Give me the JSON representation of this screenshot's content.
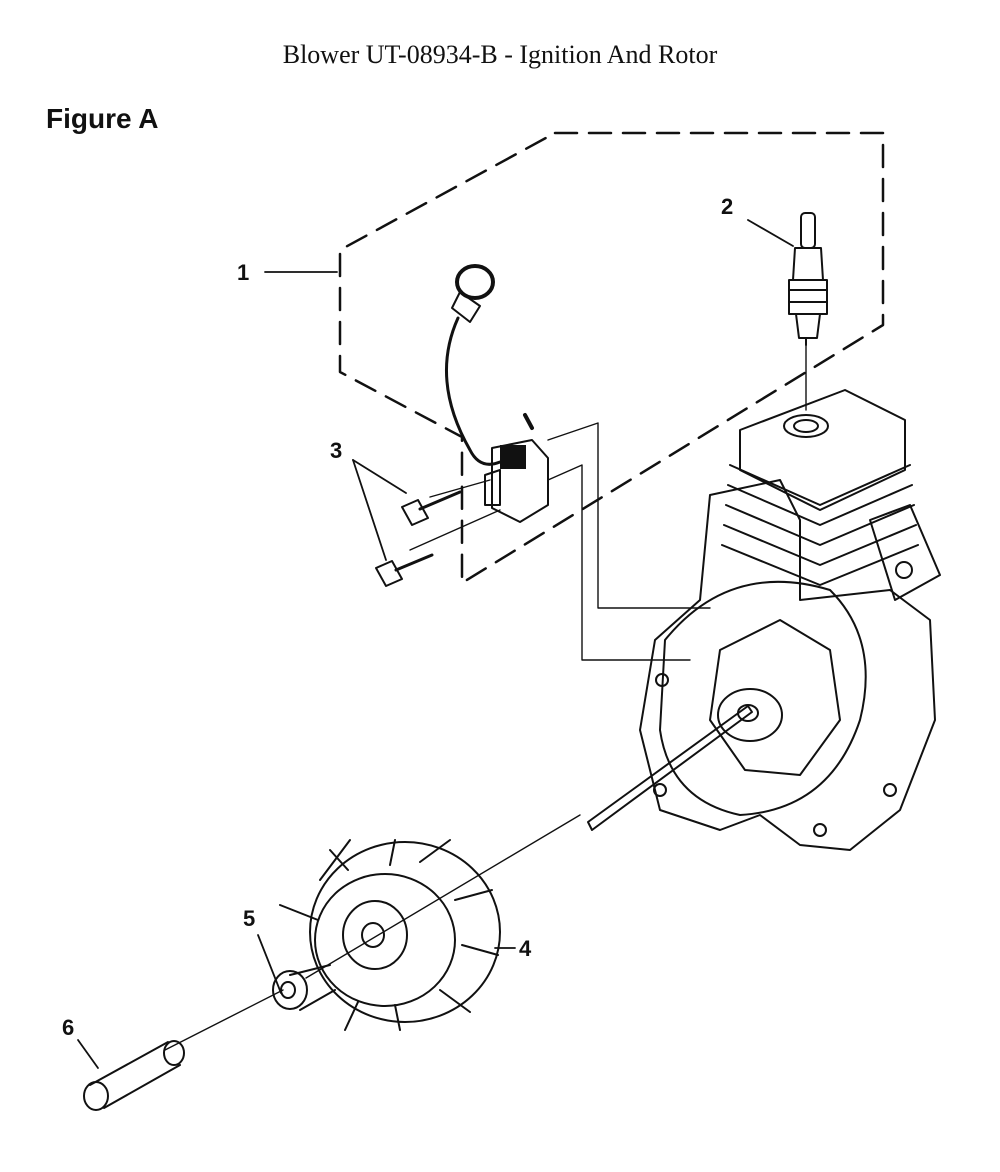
{
  "title": "Blower UT-08934-B  - Ignition And Rotor",
  "figure_label": "Figure A",
  "callouts": {
    "c1": "1",
    "c2": "2",
    "c3": "3",
    "c4": "4",
    "c5": "5",
    "c6": "6"
  },
  "colors": {
    "ink": "#111111",
    "background": "#ffffff"
  }
}
